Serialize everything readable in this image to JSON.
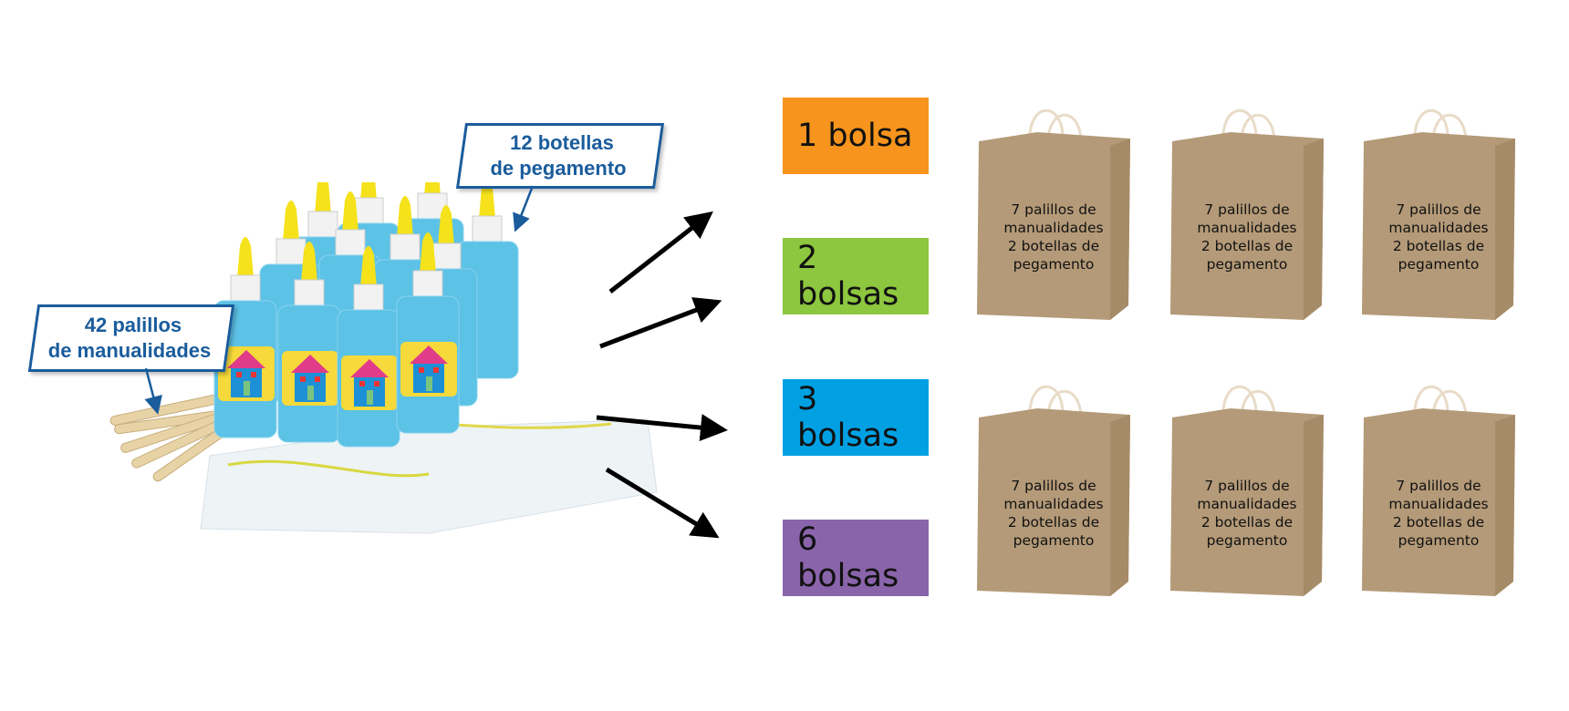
{
  "callouts": {
    "bottles": {
      "line1": "12 botellas",
      "line2": "de pegamento"
    },
    "sticks": {
      "line1": "42 palillos",
      "line2": "de manualidades"
    }
  },
  "options": [
    {
      "label": "1 bolsa",
      "color": "#f7941d"
    },
    {
      "label": "2 bolsas",
      "color": "#8dc63f"
    },
    {
      "label": "3 bolsas",
      "color": "#00a0e3"
    },
    {
      "label": "6 bolsas",
      "color": "#8a64ab"
    }
  ],
  "bags": [
    {
      "line1": "7 palillos de",
      "line2": "manualidades",
      "line3": "2 botellas de",
      "line4": "pegamento"
    },
    {
      "line1": "7 palillos de",
      "line2": "manualidades",
      "line3": "2 botellas de",
      "line4": "pegamento"
    },
    {
      "line1": "7 palillos de",
      "line2": "manualidades",
      "line3": "2 botellas de",
      "line4": "pegamento"
    },
    {
      "line1": "7 palillos de",
      "line2": "manualidades",
      "line3": "2 botellas de",
      "line4": "pegamento"
    },
    {
      "line1": "7 palillos de",
      "line2": "manualidades",
      "line3": "2 botellas de",
      "line4": "pegamento"
    },
    {
      "line1": "7 palillos de",
      "line2": "manualidades",
      "line3": "2 botellas de",
      "line4": "pegamento"
    }
  ]
}
